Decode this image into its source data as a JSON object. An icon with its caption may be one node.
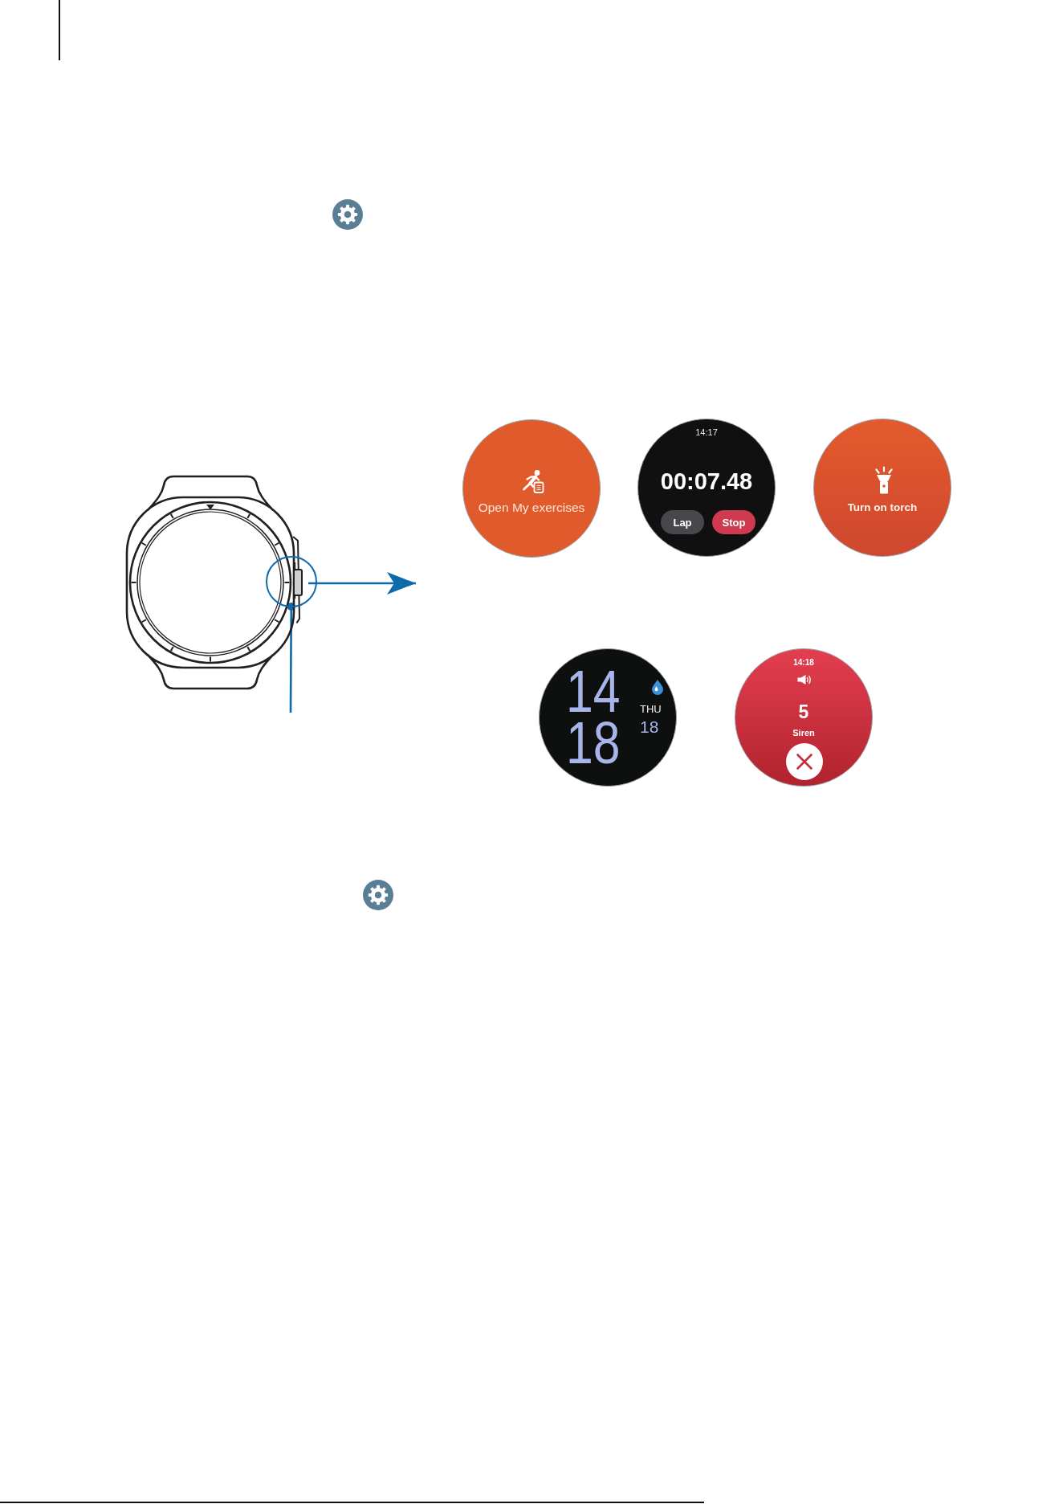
{
  "diagram": {
    "nodes": [
      {
        "text": [],
        "shape": "picture"
      },
      {
        "text": [],
        "shape": "circle"
      },
      {
        "text": [
          "Open My exercises"
        ]
      },
      {
        "text": [
          "14:17",
          "00:07.48"
        ]
      },
      {
        "text": [
          "Lap"
        ],
        "in": 3
      },
      {
        "text": [
          "Stop"
        ],
        "in": 3
      },
      {
        "text": [
          "Turn on torch"
        ]
      },
      {
        "text": [
          "14",
          "18",
          "THU",
          "18"
        ]
      },
      {
        "text": [
          "14:18",
          "5",
          "Siren"
        ]
      }
    ],
    "edges": [
      {
        "from": null,
        "to": 1,
        "arrow": "other"
      },
      {
        "from": 0,
        "to": null,
        "arrow": "to"
      }
    ]
  }
}
